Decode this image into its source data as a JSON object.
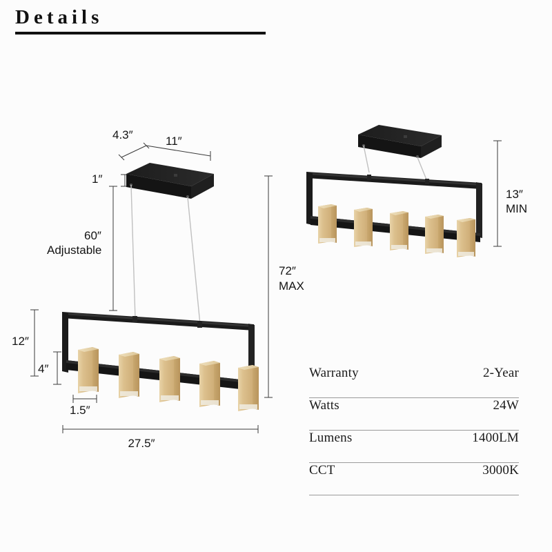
{
  "header": {
    "title": "Details"
  },
  "colors": {
    "metal_black": "#1b1b1b",
    "metal_black_light": "#2e2e2e",
    "metal_black_dark": "#0d0d0d",
    "wood_front": "#d9bb87",
    "wood_side": "#c3a169",
    "wood_top": "#e3cc9f",
    "wood_highlight": "#eadcb8",
    "diffuser": "#f0ece2",
    "cable": "#b9b9b9",
    "dim_line": "#3a3a3a",
    "background": "#fcfcfc",
    "rule": "#111111",
    "divider": "#9a9a9a"
  },
  "main_fixture": {
    "name": "linear-pendant-max-drop",
    "dimensions": {
      "canopy_depth": "4.3″",
      "canopy_width": "11″",
      "canopy_height": "1″",
      "drop_adjustable_value": "60″",
      "drop_adjustable_note": "Adjustable",
      "frame_height": "12″",
      "module_height": "4″",
      "module_width": "1.5″",
      "overall_width": "27.5″",
      "max_drop_value": "72″",
      "max_drop_note": "MAX"
    },
    "light_module_count": 5,
    "cable_count": 2
  },
  "secondary_fixture": {
    "name": "linear-pendant-min-drop",
    "dimensions": {
      "min_drop_value": "13″",
      "min_drop_note": "MIN"
    },
    "light_module_count": 5,
    "cable_count": 2
  },
  "spec_table": {
    "rows": [
      {
        "label": "Warranty",
        "value": "2-Year"
      },
      {
        "label": "Watts",
        "value": "24W"
      },
      {
        "label": "Lumens",
        "value": "1400LM"
      },
      {
        "label": "CCT",
        "value": "3000K"
      }
    ]
  }
}
